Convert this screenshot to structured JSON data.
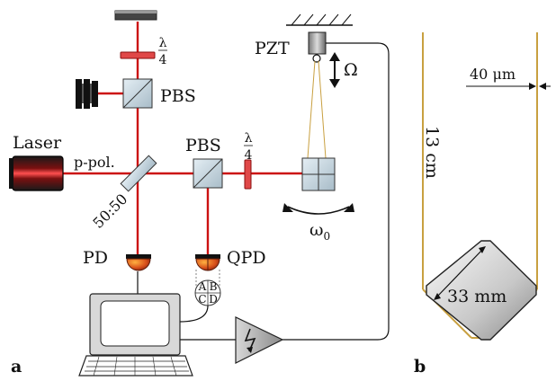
{
  "panel_a": {
    "label": "a",
    "laser_label": "Laser",
    "polarization_label": "p-pol.",
    "beamsplitter_ratio": "50:50",
    "pbs_top_label": "PBS",
    "pbs_mid_label": "PBS",
    "waveplate_top": {
      "num": "λ",
      "den": "4"
    },
    "waveplate_mid": {
      "num": "λ",
      "den": "4"
    },
    "pzt_label": "PZT",
    "drive_label": "Ω",
    "oscillation_label": "ω",
    "oscillation_sub": "0",
    "pd_label": "PD",
    "qpd_label": "QPD",
    "qpd_quadrants": [
      "A",
      "B",
      "C",
      "D"
    ]
  },
  "panel_b": {
    "label": "b",
    "length_label": "13 cm",
    "fiber_width_label": "40 μm",
    "cube_size_label": "33 mm"
  },
  "colors": {
    "beam": "#cc1111",
    "fiber": "#c8a040",
    "optics": "#b8ccd8",
    "detector": "#c85a10"
  }
}
